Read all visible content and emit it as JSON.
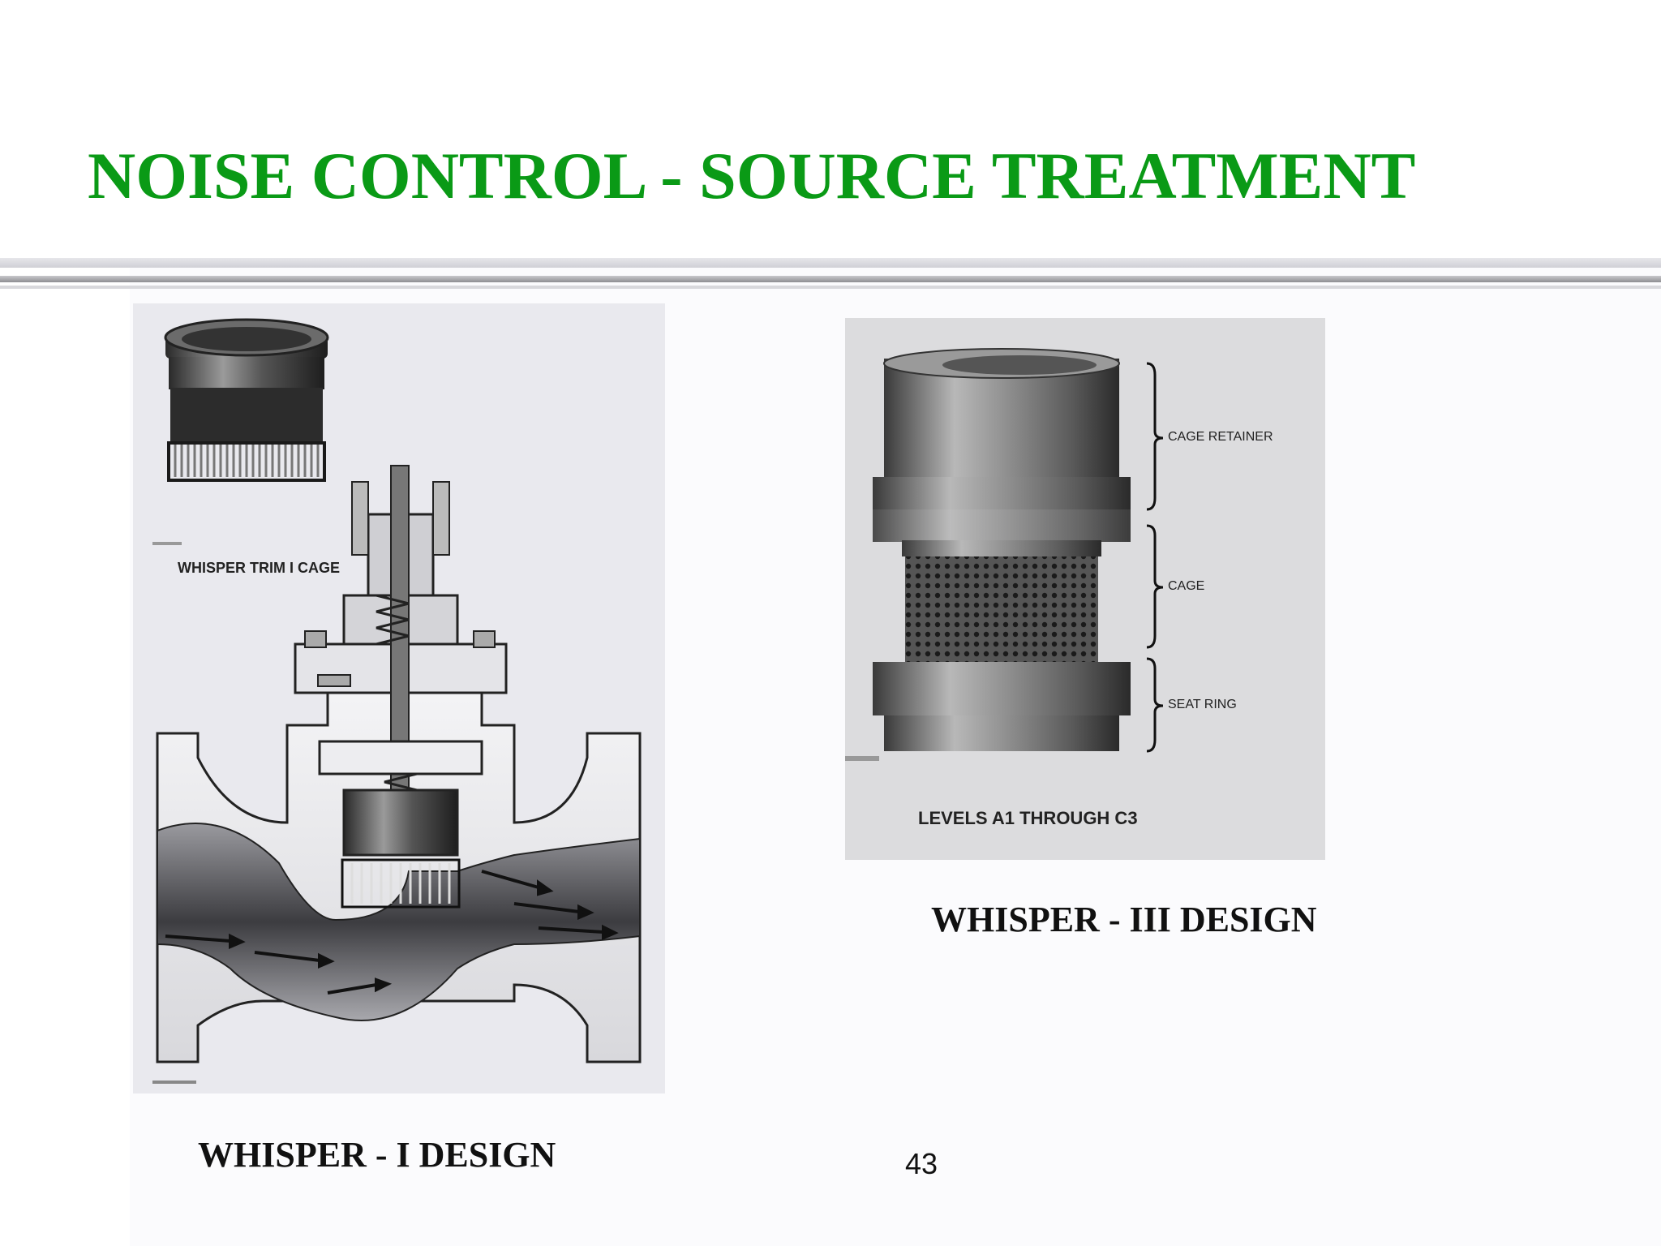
{
  "slide": {
    "title": "NOISE CONTROL - SOURCE TREATMENT",
    "page_number": "43"
  },
  "left_figure": {
    "inset_label": "WHISPER TRIM I CAGE",
    "caption": "WHISPER - I DESIGN"
  },
  "right_figure": {
    "callouts": [
      "CAGE RETAINER",
      "CAGE",
      "SEAT RING"
    ],
    "bottom_label": "LEVELS A1 THROUGH C3",
    "caption": "WHISPER - III DESIGN"
  },
  "colors": {
    "title": "#0a9a16",
    "caption": "#111111"
  }
}
